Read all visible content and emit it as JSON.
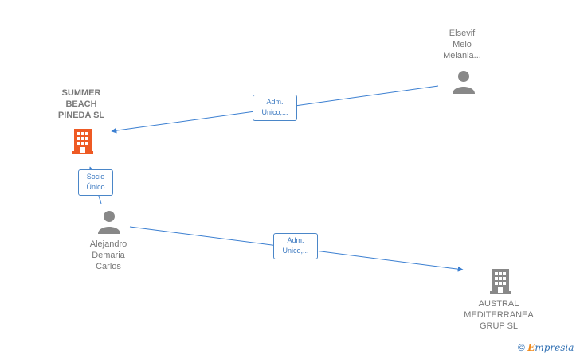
{
  "nodes": {
    "summer_beach": {
      "label": "SUMMER\nBEACH\nPINEDA SL",
      "kind": "company",
      "color": "#ee5a24"
    },
    "elsevif": {
      "label": "Elsevif\nMelo\nMelania...",
      "kind": "person",
      "color": "#888888"
    },
    "alejandro": {
      "label": "Alejandro\nDemaria\nCarlos",
      "kind": "person",
      "color": "#888888"
    },
    "austral": {
      "label": "AUSTRAL\nMEDITERRANEA\nGRUP SL",
      "kind": "company",
      "color": "#888888"
    }
  },
  "edges": {
    "elsevif_to_summer": {
      "label": "Adm.\nUnico,..."
    },
    "alejandro_to_summer": {
      "label": "Socio\nÚnico"
    },
    "alejandro_to_austral": {
      "label": "Adm.\nUnico,..."
    }
  },
  "colors": {
    "edge": "#3b7fd1",
    "edge_label_border": "#4a86c8"
  },
  "brand": {
    "copyright": "©",
    "initial": "E",
    "name": "mpresia"
  }
}
